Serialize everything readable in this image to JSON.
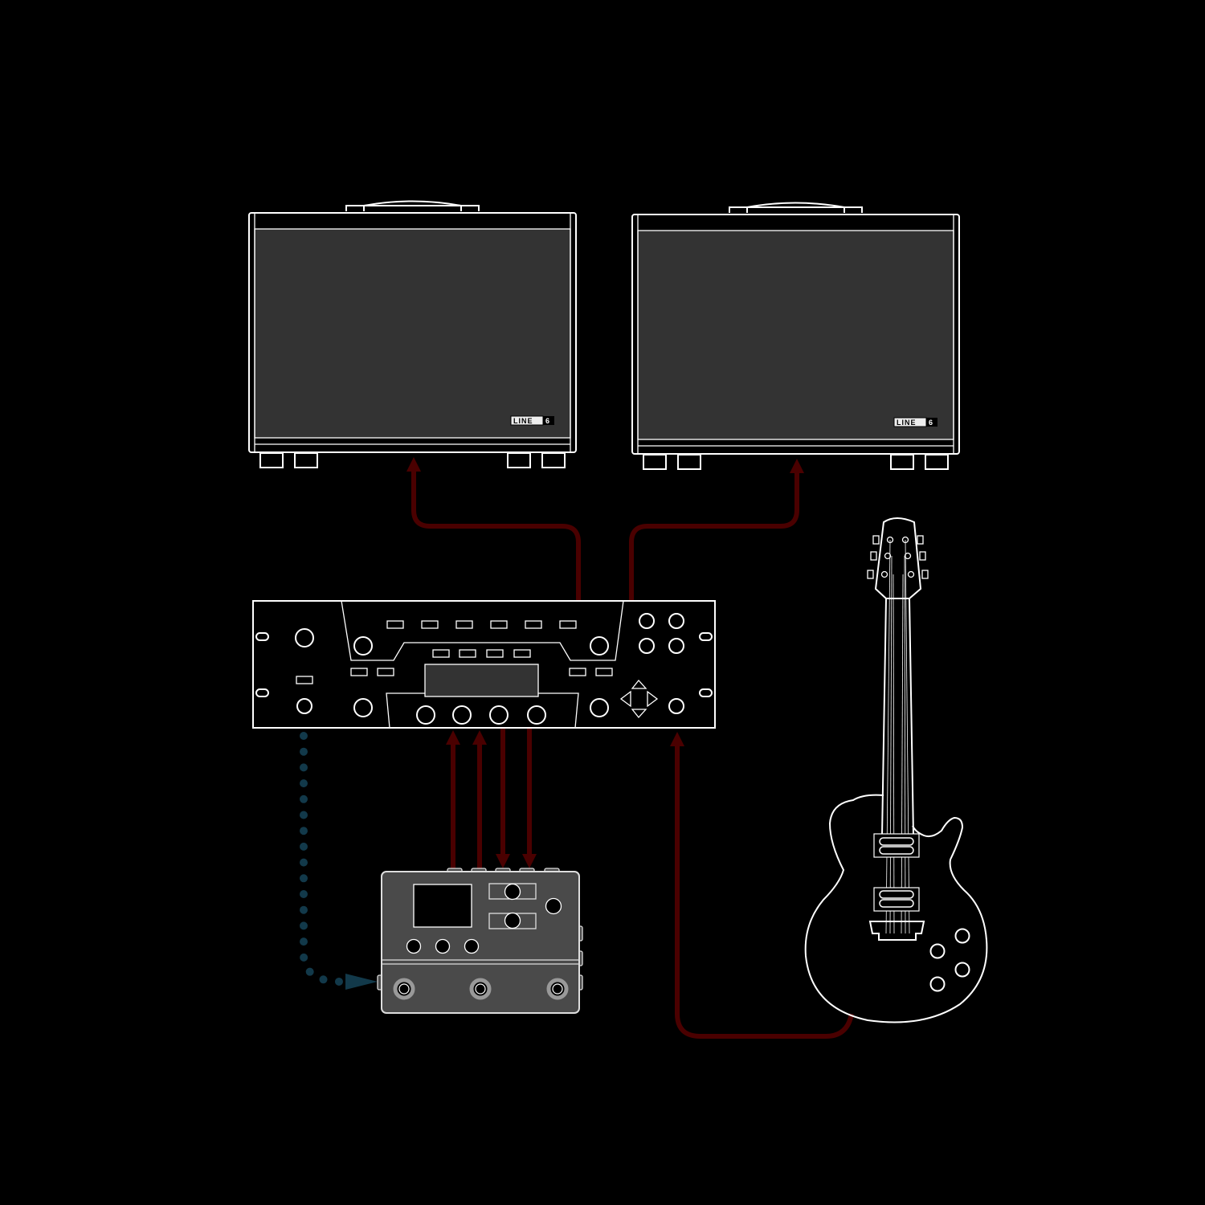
{
  "diagram": {
    "amp_left": {
      "logo": "LINE",
      "logo_num": "6"
    },
    "amp_right": {
      "logo": "LINE",
      "logo_num": "6"
    },
    "colors": {
      "background": "#000000",
      "outline": "#ffffff",
      "amp_grille": "#333333",
      "pedal_body": "#4a4a4a",
      "audio_cable": "#4a0000",
      "control_cable_dotted": "#12394a"
    },
    "connections": [
      {
        "from": "rack-processor",
        "to": "amp-left",
        "type": "audio"
      },
      {
        "from": "rack-processor",
        "to": "amp-right",
        "type": "audio"
      },
      {
        "from": "floor-processor",
        "to": "rack-processor",
        "type": "audio"
      },
      {
        "from": "floor-processor",
        "to": "rack-processor",
        "type": "audio"
      },
      {
        "from": "rack-processor",
        "to": "floor-processor",
        "type": "audio"
      },
      {
        "from": "rack-processor",
        "to": "floor-processor",
        "type": "audio"
      },
      {
        "from": "guitar",
        "to": "rack-processor",
        "type": "audio"
      },
      {
        "from": "rack-processor",
        "to": "floor-processor",
        "type": "control"
      }
    ]
  }
}
